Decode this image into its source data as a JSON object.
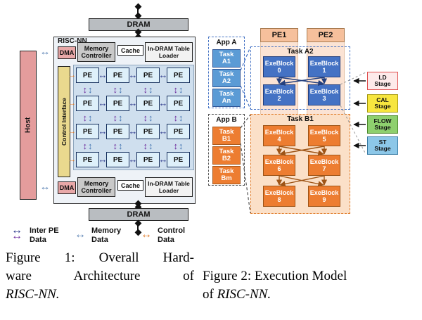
{
  "figure1": {
    "name_label": "RISC-NN",
    "dram_top": "DRAM",
    "dram_bottom": "DRAM",
    "host": "Host",
    "dma_top": "DMA",
    "dma_bottom": "DMA",
    "memory_controller_top": "Memory\nController",
    "memory_controller_bottom": "Memory\nController",
    "cache_top": "Cache",
    "cache_bottom": "Cache",
    "indram_loader_top": "In-DRAM Table\nLoader",
    "indram_loader_bottom": "In-DRAM Table\nLoader",
    "control_interface": "Control Interface",
    "pe_label": "PE",
    "legend": [
      {
        "label": "Inter PE\nData",
        "color": "#2e3a8c"
      },
      {
        "label": "Memory\nData",
        "color": "#5b82b4"
      },
      {
        "label": "Control\nData",
        "color": "#e07b28"
      }
    ],
    "caption": {
      "line1": "Figure 1: Overall Hard-",
      "line2": "ware Architecture of",
      "line3_italic": "RISC-NN."
    }
  },
  "figure2": {
    "app_a": {
      "label": "App A",
      "tasks": [
        "Task\nA1",
        "Task\nA2",
        "Task\nAn"
      ]
    },
    "app_b": {
      "label": "App B",
      "tasks": [
        "Task\nB1",
        "Task\nB2",
        "Task\nBm"
      ]
    },
    "pe_headers": [
      "PE1",
      "PE2"
    ],
    "task_a2_label": "Task A2",
    "task_b1_label": "Task B1",
    "exeblocks_a": [
      "ExeBlock\n0",
      "ExeBlock\n1",
      "ExeBlock\n2",
      "ExeBlock\n3"
    ],
    "exeblocks_b": [
      "ExeBlock\n4",
      "ExeBlock\n5",
      "ExeBlock\n6",
      "ExeBlock\n7",
      "ExeBlock\n8",
      "ExeBlock\n9"
    ],
    "stages": [
      {
        "label": "LD\nStage",
        "color": "#fdeaea"
      },
      {
        "label": "CAL\nStage",
        "color": "#f7e63f"
      },
      {
        "label": "FLOW\nStage",
        "color": "#8ed06e"
      },
      {
        "label": "ST\nStage",
        "color": "#8cc7e8"
      }
    ],
    "caption": {
      "line1": "Figure 2: Execution Model",
      "line2_prefix": "of ",
      "line2_italic": "RISC-NN."
    }
  },
  "colors": {
    "task_blue": "#5b9bd5",
    "exeblock_blue": "#4472c4",
    "exeblock_orange": "#ed7d31",
    "pe_header_peach": "#f6c09c",
    "host_pink": "#e49c9c",
    "control_yellow": "#ead98e",
    "dram_gray": "#b9bdc1"
  }
}
